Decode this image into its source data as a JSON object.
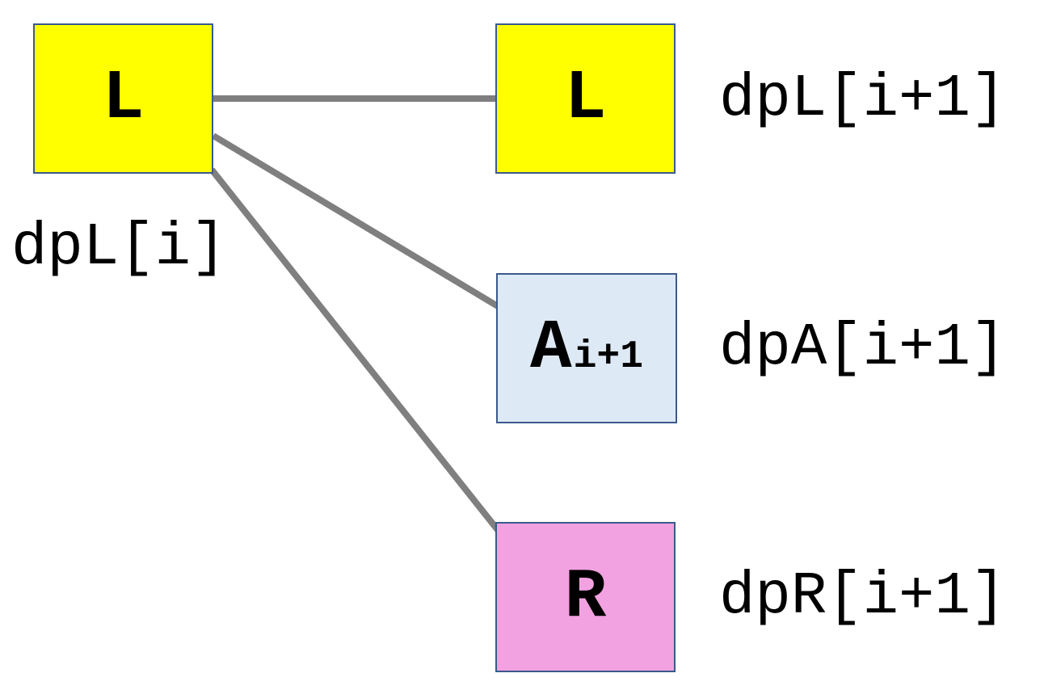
{
  "colors": {
    "edge": "#7f7f7f",
    "node_border": "#3b5a8c",
    "node_l": "#ffff00",
    "node_a": "#dde9f5",
    "node_r": "#f2a2e0"
  },
  "nodes": {
    "l_i": {
      "letter": "L",
      "label": "dpL[i]"
    },
    "l_next": {
      "letter": "L",
      "label": "dpL[i+1]"
    },
    "a_next": {
      "letter": "A",
      "subscript": "i+1",
      "label": "dpA[i+1]"
    },
    "r_next": {
      "letter": "R",
      "label": "dpR[i+1]"
    }
  },
  "edges": [
    {
      "from": "l_i",
      "to": "l_next"
    },
    {
      "from": "l_i",
      "to": "a_next"
    },
    {
      "from": "l_i",
      "to": "r_next"
    }
  ]
}
